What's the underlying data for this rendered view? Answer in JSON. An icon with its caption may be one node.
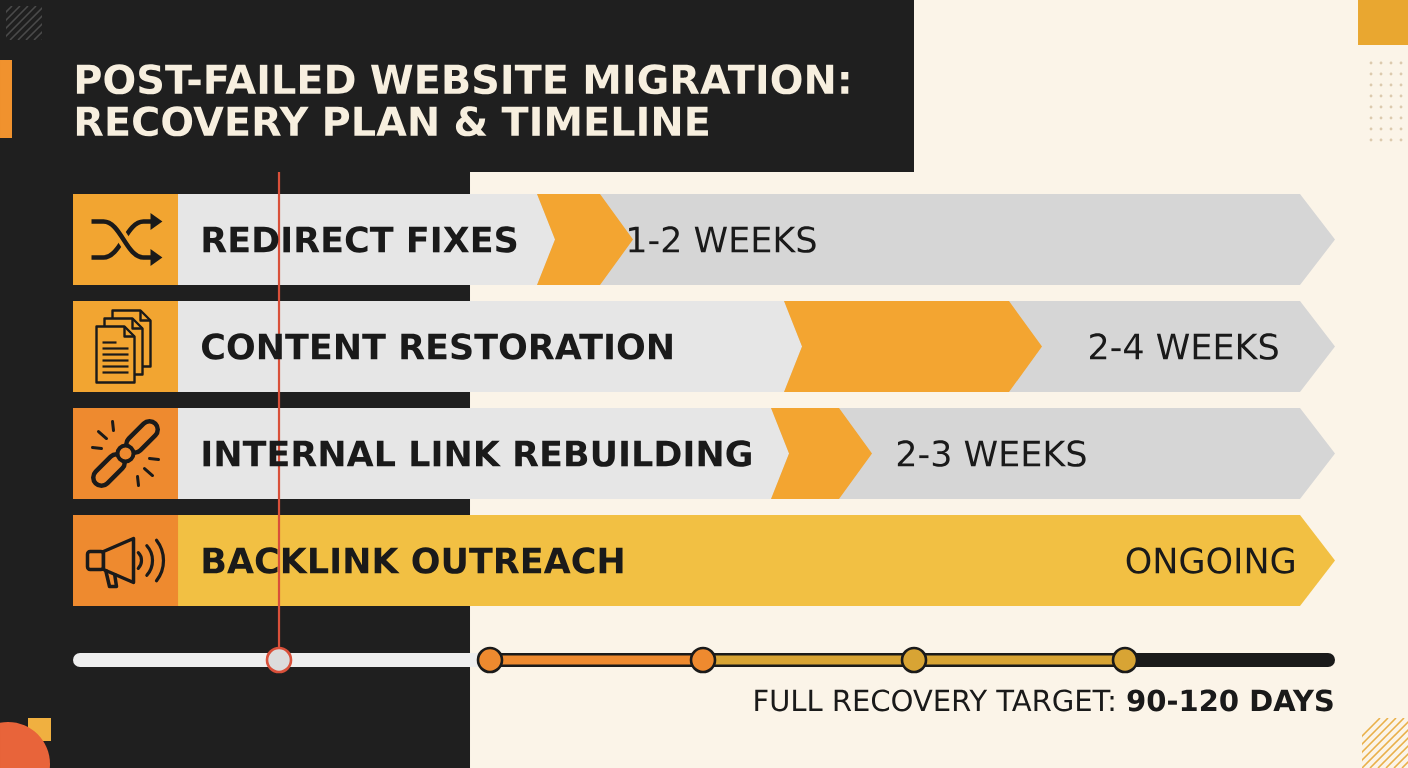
{
  "diagram": {
    "title": "POST-FAILED WEBSITE MIGRATION: RECOVERY PLAN & TIMELINE",
    "nodes": [
      {
        "text": [
          "REDIRECT FIXES",
          "1-2 WEEKS"
        ]
      },
      {
        "text": [
          "CONTENT RESTORATION",
          "2-4 WEEKS"
        ]
      },
      {
        "text": [
          "INTERNAL LINK REBUILDING",
          "2-3 WEEKS"
        ]
      },
      {
        "text": [
          "BACKLINK OUTREACH",
          "ONGOING"
        ]
      }
    ],
    "labels": [
      "FULL RECOVERY TARGET: **90-120 DAYS**"
    ]
  }
}
